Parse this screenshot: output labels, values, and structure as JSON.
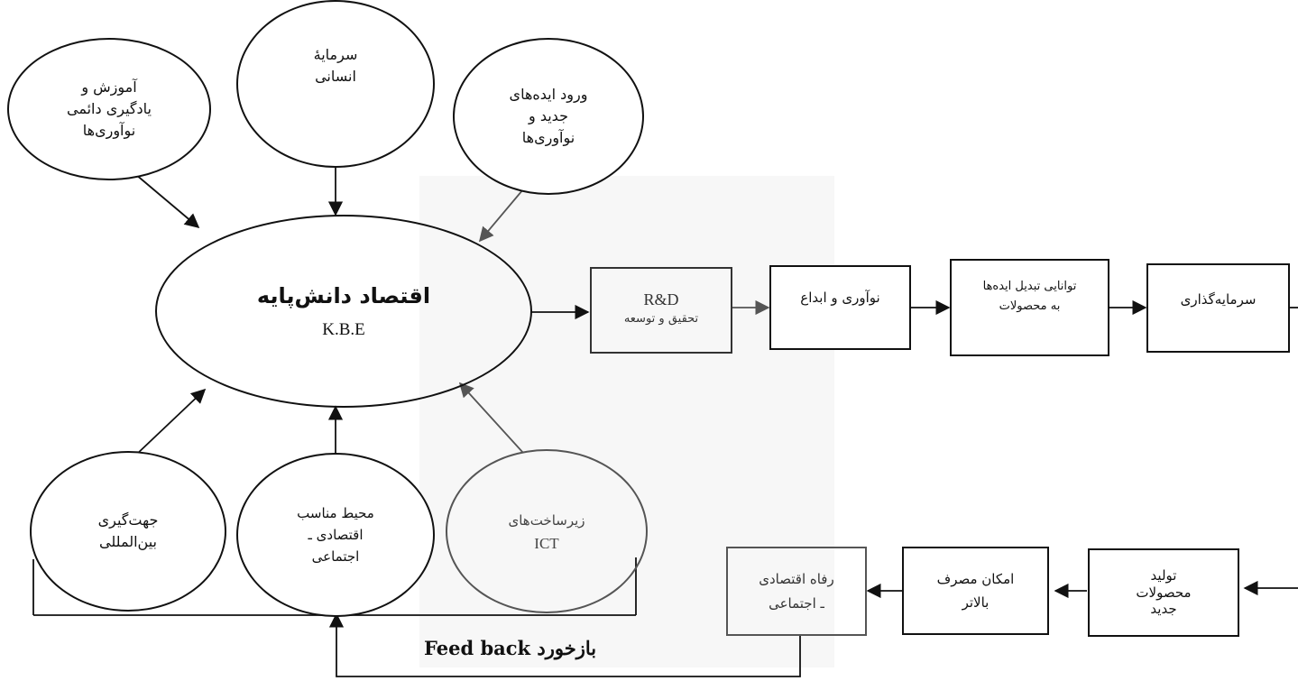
{
  "center": {
    "title": "اقتصاد دانش‌پایه",
    "subtitle": "K.B.E"
  },
  "inputs_top": [
    {
      "id": "learning",
      "text": "آموزش و\nیادگیری دائمی\nنوآوری‌ها"
    },
    {
      "id": "human_capital",
      "text": "سرمایهٔ\nانسانی"
    },
    {
      "id": "new_ideas",
      "text": "ورود ایده‌های\nجدید و\nنوآوری‌ها"
    }
  ],
  "inputs_bottom": [
    {
      "id": "international",
      "text": "جهت‌گیری\nبین‌المللی"
    },
    {
      "id": "environment",
      "text": "محیط مناسب\nاقتصادی ـ\nاجتماعی"
    },
    {
      "id": "ict",
      "text_fa": "زیرساخت‌های",
      "text_en": "ICT"
    }
  ],
  "chain_top": [
    {
      "id": "rnd",
      "text_en": "R&D",
      "text_fa": "تحقیق و توسعه"
    },
    {
      "id": "innovation",
      "text": "نوآوری و ابداع"
    },
    {
      "id": "conversion",
      "text": "توانایی تبدیل ایده‌ها\nبه محصولات"
    },
    {
      "id": "investment",
      "text": "سرمایه‌گذاری"
    }
  ],
  "chain_bottom": [
    {
      "id": "new_products",
      "text": "تولید\nمحصولات\nجدید"
    },
    {
      "id": "consumption",
      "text": "امکان مصرف\nبالاتر"
    },
    {
      "id": "welfare",
      "text": "رفاه اقتصادی\nـ اجتماعی"
    }
  ],
  "feedback_label": "بازخورد Feed back",
  "colors": {
    "line": "#111111",
    "faded_line": "#555555",
    "watermark": "#f1f1f1"
  }
}
